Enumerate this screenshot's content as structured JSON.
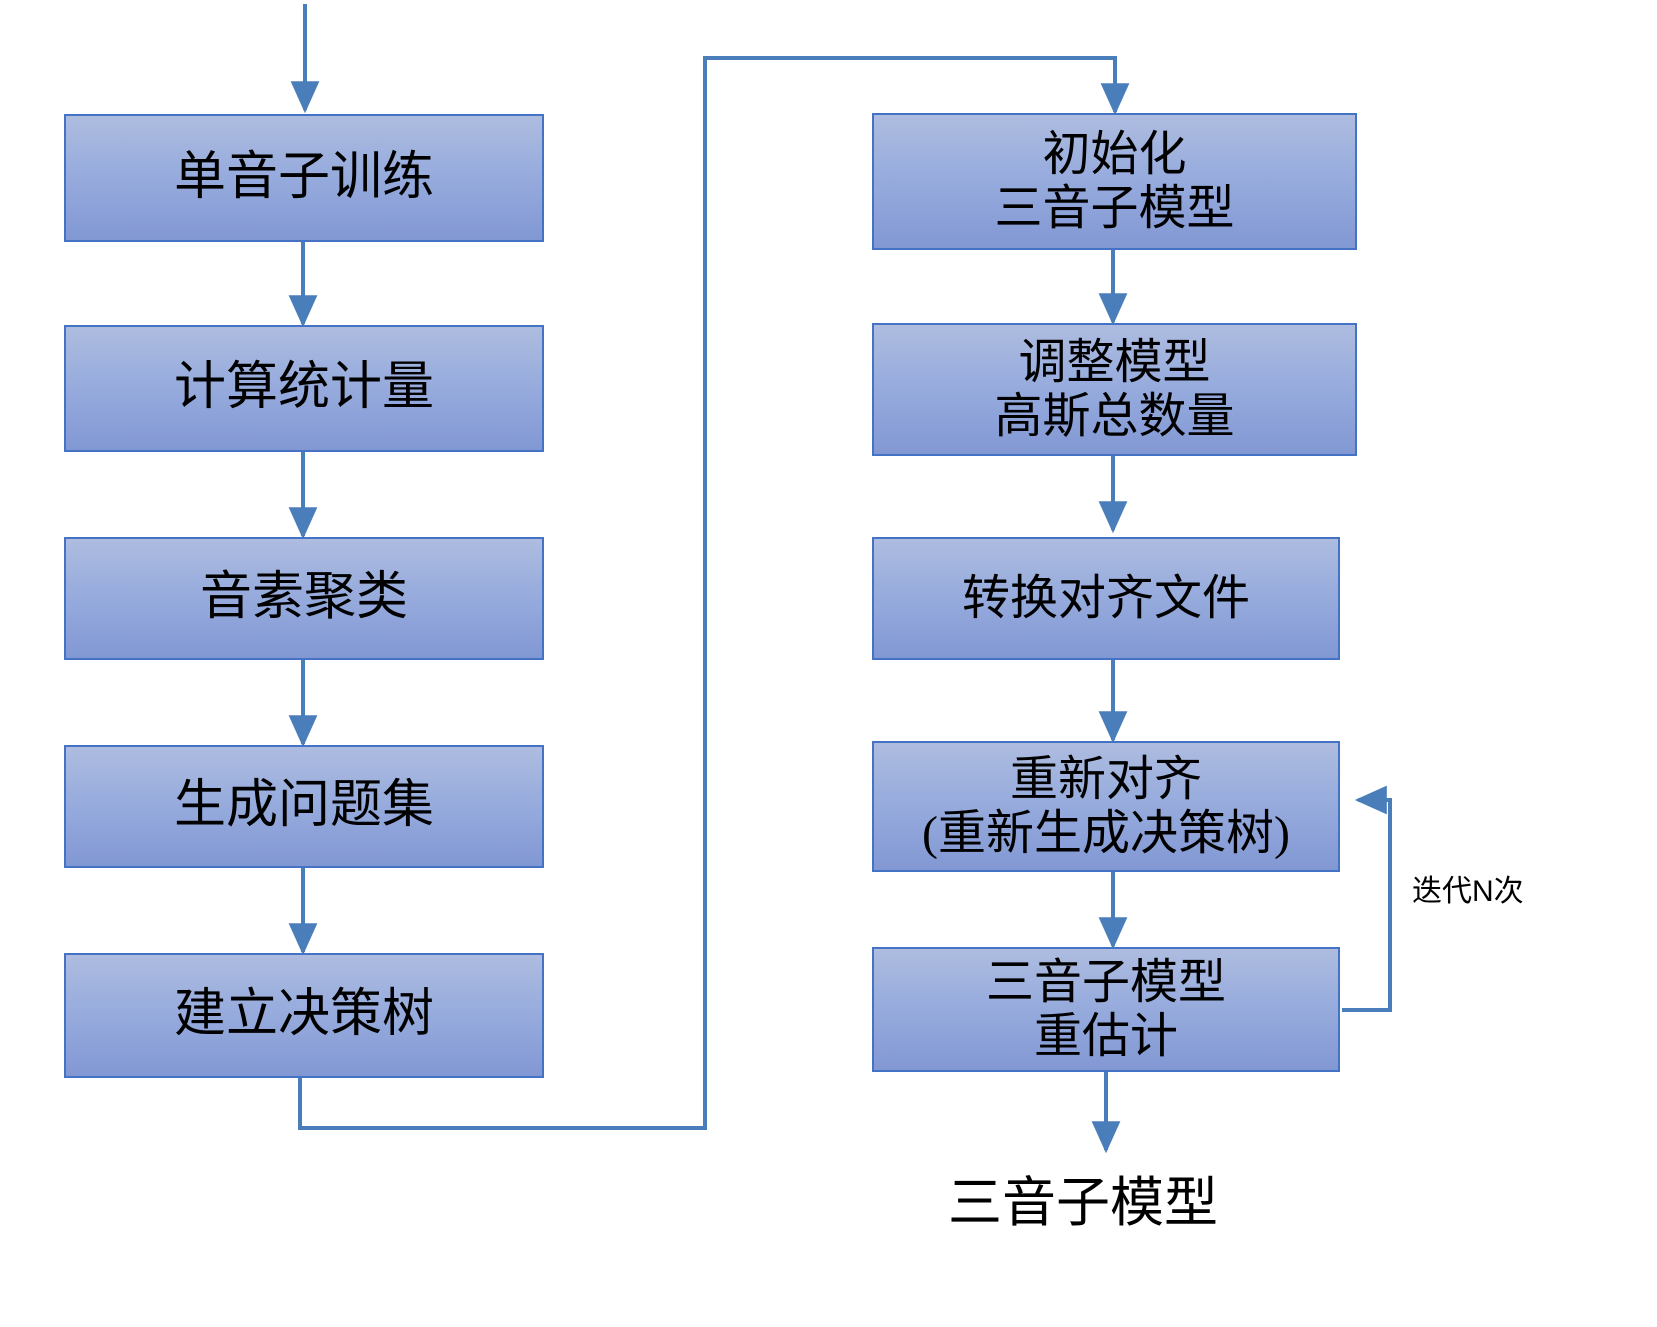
{
  "diagram": {
    "title_text": "",
    "colors": {
      "box_fill_top": "#aebcdf",
      "box_fill_bottom": "#8298d4",
      "box_border": "#4472c4",
      "connector": "#4a7ebb",
      "text": "#000000",
      "background": "#ffffff"
    },
    "left_column": {
      "nodes": [
        {
          "id": "monophone-training",
          "lines": [
            "单音子训练"
          ]
        },
        {
          "id": "compute-statistics",
          "lines": [
            "计算统计量"
          ]
        },
        {
          "id": "phoneme-clustering",
          "lines": [
            "音素聚类"
          ]
        },
        {
          "id": "generate-question-set",
          "lines": [
            "生成问题集"
          ]
        },
        {
          "id": "build-decision-tree",
          "lines": [
            "建立决策树"
          ]
        }
      ]
    },
    "right_column": {
      "nodes": [
        {
          "id": "init-triphone-model",
          "lines": [
            "初始化",
            "三音子模型"
          ]
        },
        {
          "id": "adjust-model-gaussians",
          "lines": [
            "调整模型",
            "高斯总数量"
          ]
        },
        {
          "id": "convert-alignment-file",
          "lines": [
            "转换对齐文件"
          ]
        },
        {
          "id": "realign",
          "lines": [
            "重新对齐",
            "(重新生成决策树)"
          ]
        },
        {
          "id": "triphone-reestimate",
          "lines": [
            "三音子模型",
            "重估计"
          ]
        }
      ]
    },
    "loop": {
      "label": "迭代N次"
    },
    "output": {
      "label": "三音子模型"
    }
  }
}
